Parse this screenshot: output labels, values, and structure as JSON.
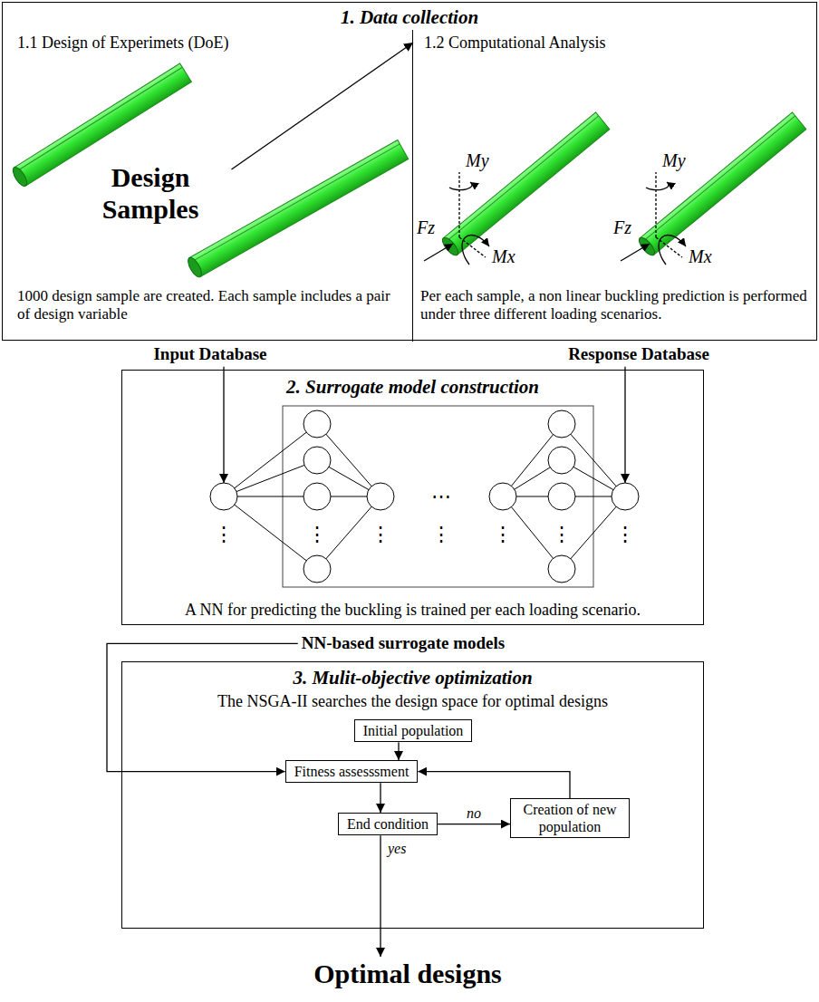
{
  "diagram": {
    "nodes": [
      {
        "text": [
          "1. Data collection"
        ]
      },
      {
        "text": [
          "1.1 Design of Experimets (DoE)",
          "1000 design sample are created. Each sample includes a pair of design variable"
        ],
        "in": 0
      },
      {
        "text": [
          "Design Samples"
        ],
        "in": 1
      },
      {
        "text": [
          "1.2 Computational Analysis",
          "Per each sample, a non linear buckling prediction is performed under three different loading scenarios."
        ],
        "in": 0
      },
      {
        "text": [
          "Input Database"
        ]
      },
      {
        "text": [
          "Response Database"
        ]
      },
      {
        "text": [
          "2. Surrogate model construction",
          "A NN for predicting the buckling is trained per each loading scenario."
        ]
      },
      {
        "text": [
          "NN-based surrogate models"
        ]
      },
      {
        "text": [
          "3. Mulit-objective optimization",
          "The NSGA-II searches the design space for optimal designs"
        ]
      },
      {
        "text": [
          "Initial population"
        ],
        "in": 8
      },
      {
        "text": [
          "Fitness assesssment"
        ],
        "in": 8
      },
      {
        "text": [
          "End condition"
        ],
        "in": 8
      },
      {
        "text": [
          "Creation of new population"
        ],
        "in": 8
      },
      {
        "text": [
          "Optimal designs"
        ]
      }
    ],
    "edges": [
      {
        "from": 2,
        "to": 3,
        "arrow": "to"
      },
      {
        "from": 4,
        "to": 6,
        "arrow": "to"
      },
      {
        "from": 5,
        "to": 6,
        "arrow": "to"
      },
      {
        "from": 7,
        "to": 10,
        "arrow": "to"
      },
      {
        "from": 9,
        "to": 10,
        "arrow": "to"
      },
      {
        "from": 10,
        "to": 11,
        "arrow": "to"
      },
      {
        "from": 11,
        "to": 12,
        "label": "no",
        "arrow": "to"
      },
      {
        "from": 12,
        "to": 10,
        "arrow": "to"
      },
      {
        "from": 11,
        "to": 13,
        "label": "yes",
        "arrow": "to"
      }
    ],
    "labels": [
      "Fz",
      "My",
      "Mx",
      "Fz",
      "My",
      "Mx",
      "⋮",
      "⋮",
      "⋮",
      "⋮",
      "⋮",
      "⋮",
      "⋮",
      "⋯"
    ]
  }
}
